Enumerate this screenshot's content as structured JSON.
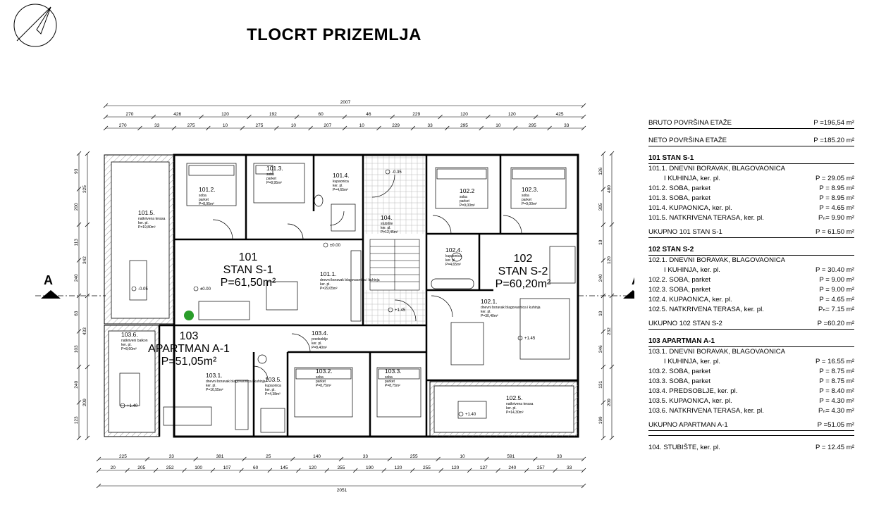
{
  "title": "TLOCRT PRIZEMLJA",
  "section_marker": "A",
  "units": [
    {
      "num": "101",
      "name": "STAN S-1",
      "area": "P=61,50m²"
    },
    {
      "num": "102",
      "name": "STAN S-2",
      "area": "P=60,20m²"
    },
    {
      "num": "103",
      "name": "APARTMAN A-1",
      "area": "P=51,05m²"
    }
  ],
  "rooms": [
    {
      "id": "101.2.",
      "t1": "soba",
      "t2": "parket",
      "a": "P=8,95m²"
    },
    {
      "id": "101.3.",
      "t1": "soba",
      "t2": "parket",
      "a": "P=8,95m²"
    },
    {
      "id": "101.4.",
      "t1": "kupaonica",
      "t2": "ker. pl.",
      "a": "P=4,65m²"
    },
    {
      "id": "104.",
      "t1": "stubište",
      "t2": "ker. pl.",
      "a": "P=12,45m²"
    },
    {
      "id": "102.2",
      "t1": "soba",
      "t2": "parket",
      "a": "P=9,00m²"
    },
    {
      "id": "102.3.",
      "t1": "soba",
      "t2": "parket",
      "a": "P=9,00m²"
    },
    {
      "id": "101.5.",
      "t1": "natkrivena terasa",
      "t2": "ker. pl.",
      "a": "P=19,80m²"
    },
    {
      "id": "101.1.",
      "t1": "dnevni boravak blagovaonica i kuhinja",
      "t2": "ker. pl.",
      "a": "P=29,05m²"
    },
    {
      "id": "102.4.",
      "t1": "kupaonica",
      "t2": "ker. pl.",
      "a": "P=4,65m²"
    },
    {
      "id": "102.1.",
      "t1": "dnevni boravak blagovaonica i kuhinja",
      "t2": "ker. pl.",
      "a": "P=30,40m²"
    },
    {
      "id": "103.6.",
      "t1": "natkriveni balkon",
      "t2": "ker. pl.",
      "a": "P=8,60m²"
    },
    {
      "id": "103.4.",
      "t1": "predsoblje",
      "t2": "ker. pl.",
      "a": "P=8,40m²"
    },
    {
      "id": "103.1.",
      "t1": "dnevni boravak blagovaonica i kuhinja",
      "t2": "ker. pl.",
      "a": "P=16,55m²"
    },
    {
      "id": "103.5.",
      "t1": "kupaonica",
      "t2": "ker. pl.",
      "a": "P=4,38m²"
    },
    {
      "id": "103.2.",
      "t1": "soba",
      "t2": "parket",
      "a": "P=8,75m²"
    },
    {
      "id": "103.3.",
      "t1": "soba",
      "t2": "parket",
      "a": "P=8,75m²"
    },
    {
      "id": "102.5.",
      "t1": "natkrivena terasa",
      "t2": "ker. pl.",
      "a": "P=14,30m²"
    }
  ],
  "levels": [
    "±0.00",
    "-0.05",
    "±0.00",
    "+1.45",
    "+1.45",
    "+1.40",
    "+1.40",
    "-0.35"
  ],
  "dims": {
    "total_top": "2007",
    "top_row1": [
      "270",
      "426",
      "120",
      "192",
      "60",
      "46",
      "229",
      "120",
      "120",
      "425"
    ],
    "top_row2": [
      "270",
      "33",
      "275",
      "10",
      "275",
      "10",
      "207",
      "10",
      "229",
      "33",
      "295",
      "10",
      "295",
      "33"
    ],
    "bottom_row1": [
      "225",
      "33",
      "381",
      "25",
      "140",
      "33",
      "255",
      "10",
      "591",
      "33"
    ],
    "bottom_row2": [
      "20",
      "205",
      "252",
      "100",
      "107",
      "60",
      "145",
      "120",
      "255",
      "190",
      "120",
      "255",
      "120",
      "127",
      "240",
      "257",
      "33"
    ],
    "total_bottom": "2051",
    "left_outer": [
      "93",
      "200",
      "113",
      "240",
      "63",
      "103",
      "240",
      "123"
    ],
    "left_inner": [
      "325",
      "342",
      "433",
      "209"
    ],
    "right_outer": [
      "126",
      "305",
      "10",
      "240",
      "10",
      "346",
      "131",
      "199"
    ],
    "right_inner": [
      "480",
      "120",
      "232",
      "209"
    ]
  },
  "legend": {
    "bruto_label": "BRUTO POVRŠINA ETAŽE",
    "bruto_value": "P =196,54 m²",
    "neto_label": "NETO POVRŠINA ETAŽE",
    "neto_value": "P =185.20 m²",
    "groups": [
      {
        "heading": "101 STAN S-1",
        "items": [
          {
            "label": "101.1. DNEVNI BORAVAK, BLAGOVAONICA",
            "value": ""
          },
          {
            "label": "I KUHINJA, ker. pl.",
            "value": "P = 29.05  m²",
            "indent": true
          },
          {
            "label": "101.2. SOBA, parket",
            "value": "P = 8.95  m²"
          },
          {
            "label": "101.3. SOBA, parket",
            "value": "P = 8.95  m²"
          },
          {
            "label": "101.4. KUPAONICA, ker. pl.",
            "value": "P = 4.65  m²"
          },
          {
            "label": "101.5. NATKRIVENA TERASA, ker. pl.",
            "value": "Pₙ= 9.90  m²"
          }
        ],
        "total_label": "UKUPNO 101 STAN  S-1",
        "total_value": "P = 61.50 m²"
      },
      {
        "heading": "102 STAN S-2",
        "items": [
          {
            "label": "102.1. DNEVNI BORAVAK, BLAGOVAONICA",
            "value": ""
          },
          {
            "label": "I KUHINJA, ker. pl.",
            "value": "P = 30.40  m²",
            "indent": true
          },
          {
            "label": "102.2.  SOBA, parket",
            "value": "P = 9.00  m²"
          },
          {
            "label": "102.3.  SOBA, parket",
            "value": "P = 9.00  m²"
          },
          {
            "label": "102.4. KUPAONICA, ker. pl.",
            "value": "P = 4.65  m²"
          },
          {
            "label": "102.5. NATKRIVENA TERASA, ker. pl.",
            "value": "Pₙ= 7.15  m²"
          }
        ],
        "total_label": "UKUPNO 102 STAN  S-2",
        "total_value": "P =60.20 m²"
      },
      {
        "heading": "103 APARTMAN A-1",
        "items": [
          {
            "label": "103.1. DNEVNI BORAVAK, BLAGOVAONICA",
            "value": ""
          },
          {
            "label": "I KUHINJA, ker. pl.",
            "value": "P = 16.55  m²",
            "indent": true
          },
          {
            "label": "103.2. SOBA, parket",
            "value": "P = 8.75  m²"
          },
          {
            "label": "103.3. SOBA, parket",
            "value": "P = 8.75  m²"
          },
          {
            "label": "103.4. PREDSOBLJE, ker. pl.",
            "value": "P = 8.40  m²"
          },
          {
            "label": "103.5. KUPAONICA, ker. pl.",
            "value": "P = 4.30  m²"
          },
          {
            "label": "103.6. NATKRIVENA TERASA, ker. pl.",
            "value": "Pₙ= 4.30  m²"
          }
        ],
        "total_label": "UKUPNO APARTMAN A-1",
        "total_value": "P =51.05  m²"
      }
    ],
    "stair_label": "104. STUBIŠTE, ker. pl.",
    "stair_value": "P = 12.45 m²"
  }
}
